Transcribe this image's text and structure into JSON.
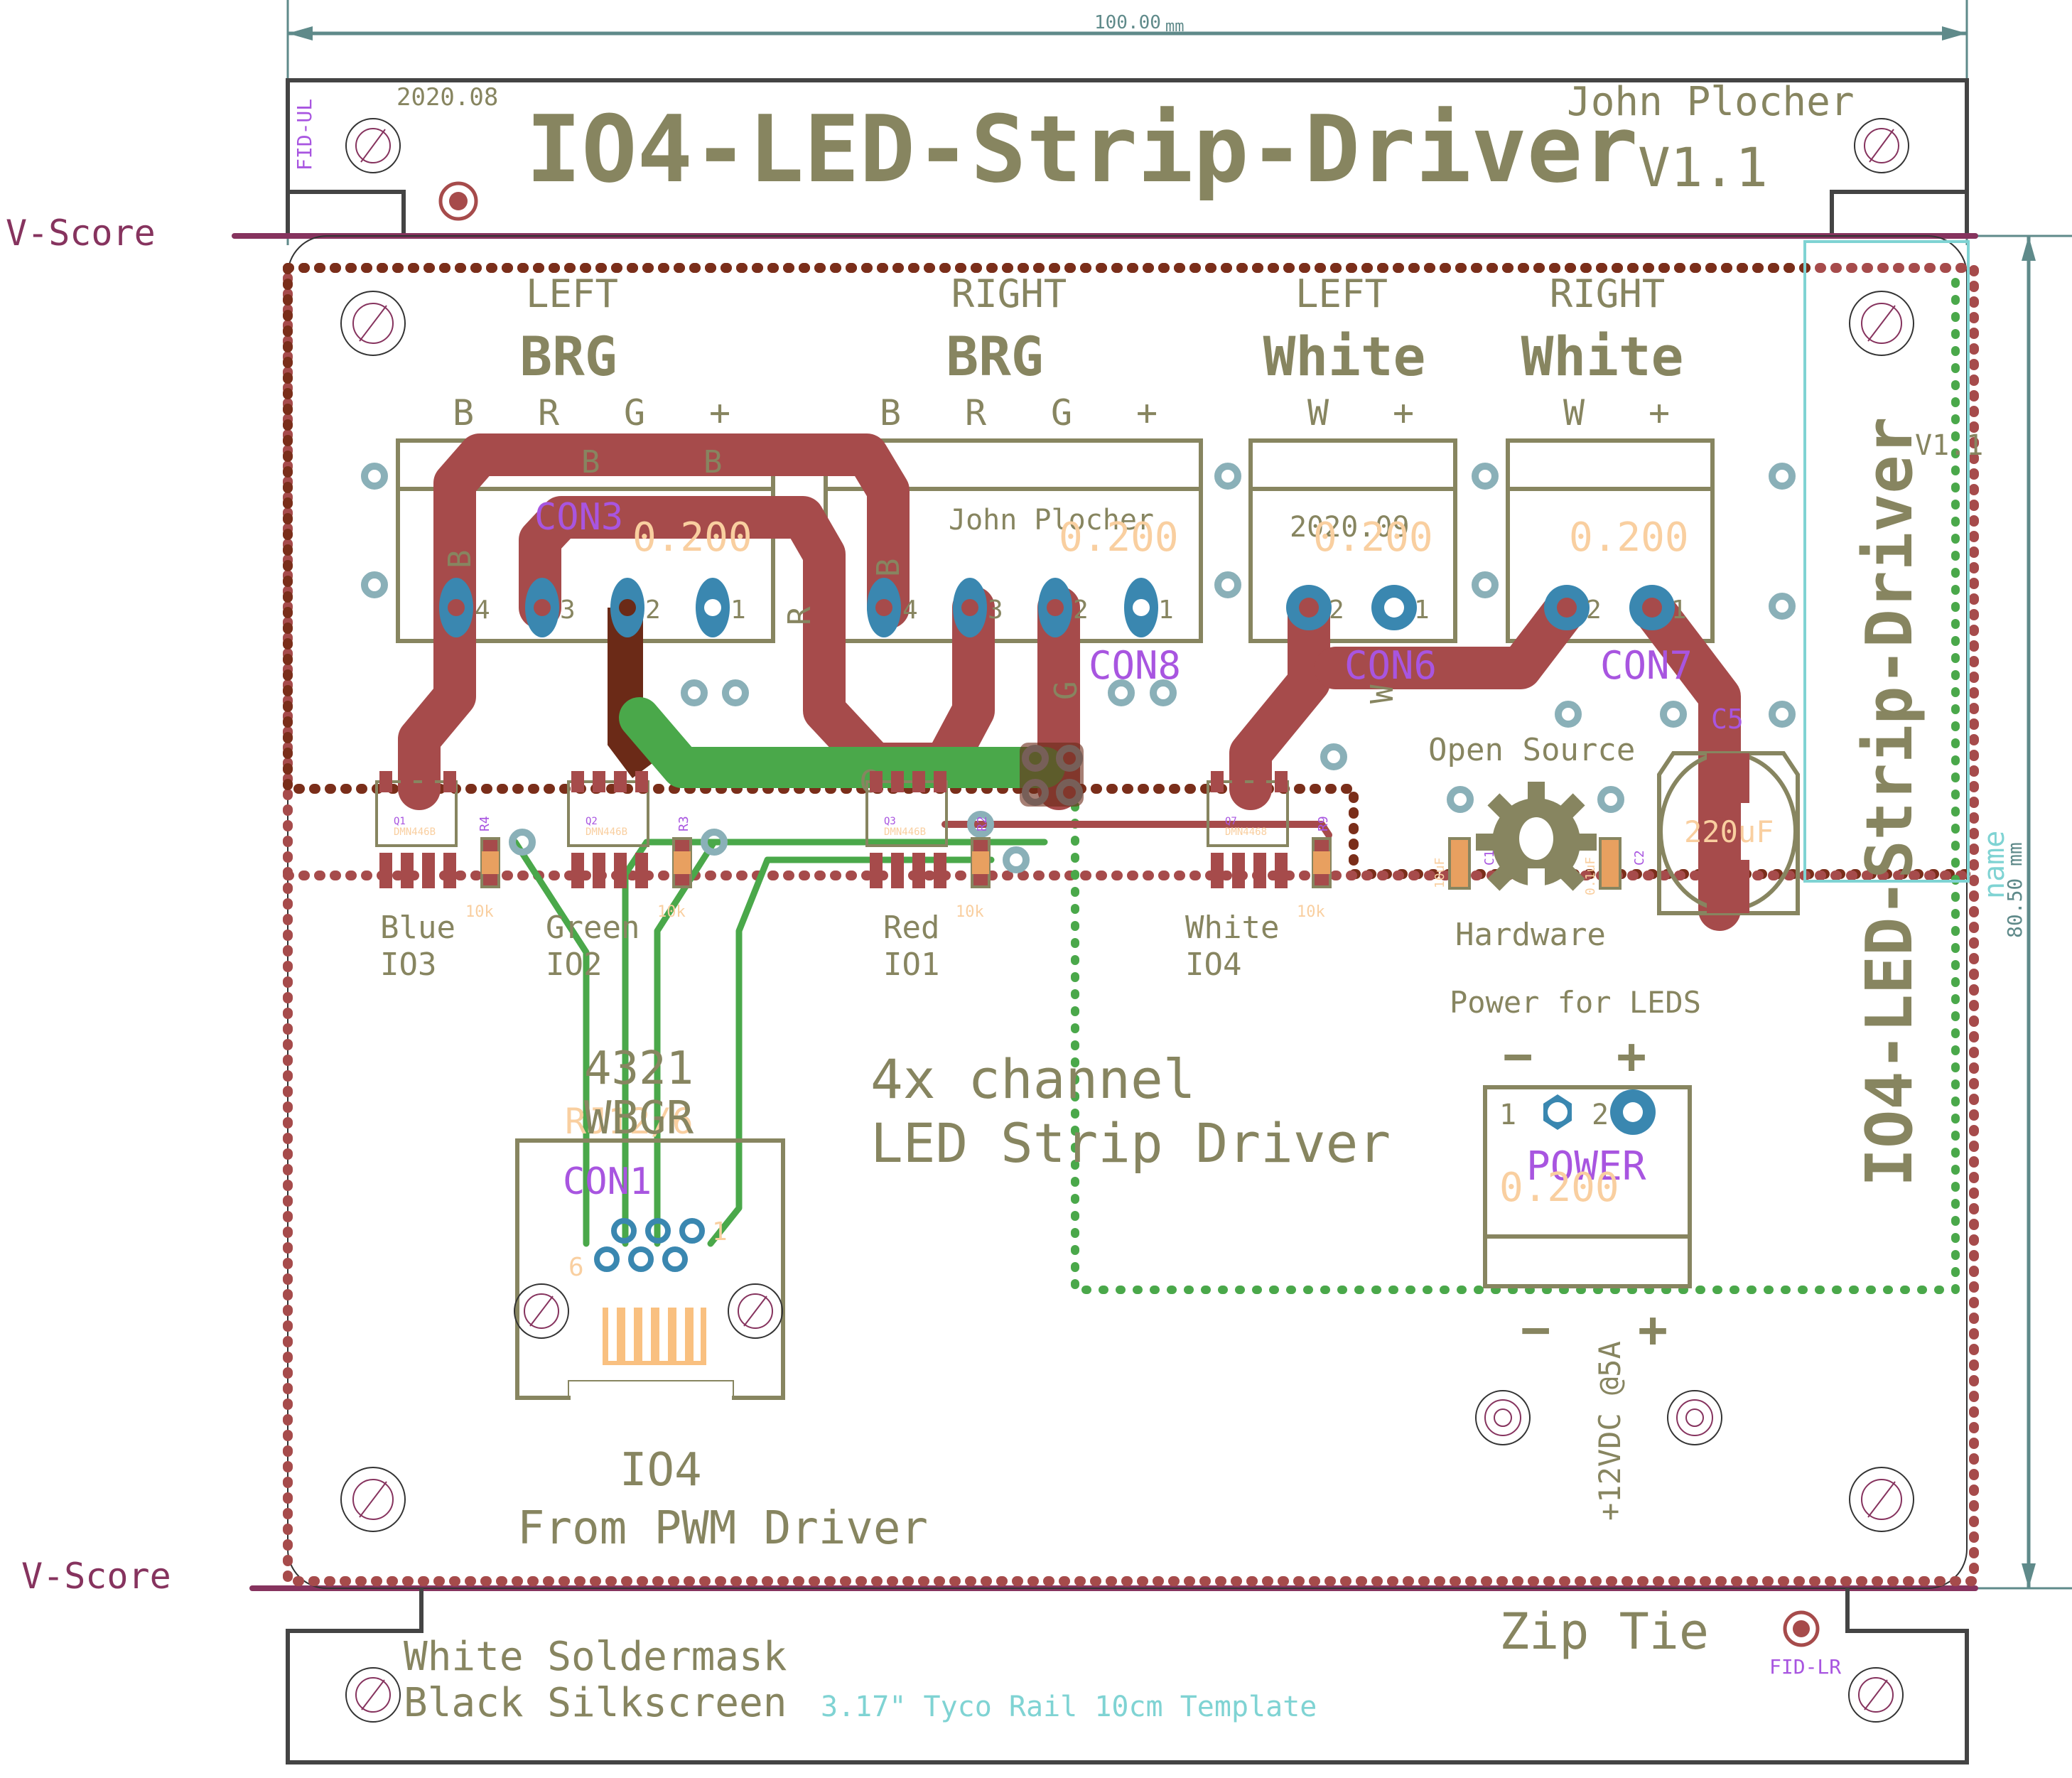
{
  "board": {
    "title": "IO4-LED-Strip-Driver",
    "version": "V1.1",
    "author": "John Plocher",
    "date_top": "2020.08",
    "date_connector": "2020.09",
    "width_dimension": "100.00",
    "width_unit": "mm",
    "height_dimension": "80.50 mm",
    "name_label": "name",
    "vertical_title": "IO4-LED-Strip-Driver",
    "vertical_version": "V1.1",
    "fiducial_ul": "FID-UL",
    "fiducial_lr": "FID-LR",
    "vscore_top": "V-Score",
    "vscore_bottom": "V-Score"
  },
  "connectors": [
    {
      "ref": "CON3",
      "side": "LEFT",
      "type": "BRG",
      "pins_label": [
        "B",
        "R",
        "G",
        "+"
      ],
      "pin_numbers": [
        "4",
        "3",
        "2",
        "1"
      ],
      "pitch": "0.200"
    },
    {
      "ref": "CON8",
      "side": "RIGHT",
      "type": "BRG",
      "pins_label": [
        "B",
        "R",
        "G",
        "+"
      ],
      "pin_numbers": [
        "4",
        "3",
        "2",
        "1"
      ],
      "pitch": "0.200"
    },
    {
      "ref": "CON6",
      "side": "LEFT",
      "type": "White",
      "pins_label": [
        "W",
        "+"
      ],
      "pin_numbers": [
        "2",
        "1"
      ],
      "pitch": "0.200"
    },
    {
      "ref": "CON7",
      "side": "RIGHT",
      "type": "White",
      "pins_label": [
        "W",
        "+"
      ],
      "pin_numbers": [
        "2",
        "1"
      ],
      "pitch": "0.200"
    }
  ],
  "channels": [
    {
      "color": "Blue",
      "io": "IO3",
      "mosfet": "Q1",
      "part": "DMN446B",
      "resistor": "R4",
      "resistor_value": "10k"
    },
    {
      "color": "Green",
      "io": "IO2",
      "mosfet": "Q2",
      "part": "DMN446B",
      "resistor": "R3",
      "resistor_value": "10k"
    },
    {
      "color": "Red",
      "io": "IO1",
      "mosfet": "Q3",
      "part": "DMN446B",
      "resistor": "R2",
      "resistor_value": "10k"
    },
    {
      "color": "White",
      "io": "IO4",
      "mosfet": "Q7",
      "part": "DMN4468",
      "resistor": "R9",
      "resistor_value": "10k"
    }
  ],
  "capacitors": [
    {
      "ref": "C1",
      "value": "10uF"
    },
    {
      "ref": "C2",
      "value": "0.1uF"
    },
    {
      "ref": "C5",
      "value": "220uF"
    }
  ],
  "oshw": {
    "line1": "Open Source",
    "line2": "Hardware"
  },
  "power": {
    "heading": "Power for LEDS",
    "ref": "POWER",
    "pitch": "0.200",
    "pin1": "1",
    "pin2": "2",
    "minus": "−",
    "plus": "+",
    "rating": "+12VDC @5A"
  },
  "input": {
    "ref": "CON1",
    "pin_order": "4321",
    "pin_colors": "WBGR",
    "package": "RJ12/6",
    "pin_first": "1",
    "pin_last": "6",
    "label_line1": "IO4",
    "label_line2": "From PWM Driver"
  },
  "center_text": {
    "line1": "4x channel",
    "line2": "LED Strip Driver"
  },
  "rail": {
    "line1": "White Soldermask",
    "line2": "Black Silkscreen",
    "template": "3.17\" Tyco Rail 10cm Template",
    "zip_tie": "Zip Tie"
  },
  "trace_labels": {
    "b": "B",
    "r": "R",
    "g": "G",
    "w": "W"
  },
  "colors": {
    "silkscreen": "#878560",
    "top_copper": "#a64b4b",
    "bottom_copper": "#4aa84a",
    "pad": "#3a87b0",
    "names": "#a855e0",
    "values": "#f9cfa0",
    "dimension": "#5f8a8a",
    "vscore": "#86335e"
  }
}
